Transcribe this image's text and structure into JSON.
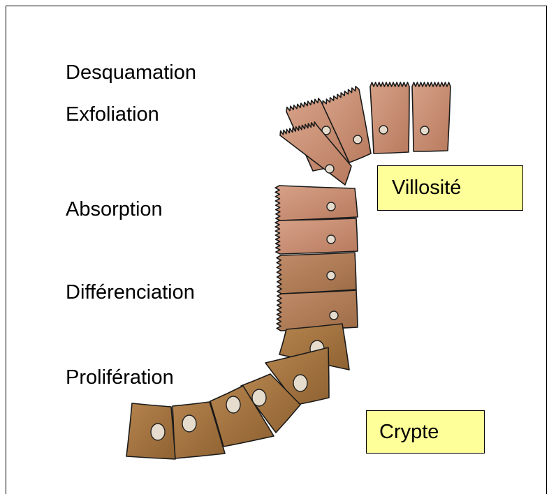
{
  "stages": {
    "desquamation": "Desquamation",
    "exfoliation": "Exfoliation",
    "absorption": "Absorption",
    "differenciation": "Différenciation",
    "proliferation": "Prolifération"
  },
  "regions": {
    "villosite": "Villosité",
    "crypte": "Crypte"
  },
  "colors": {
    "villus_cell": "#c48a6e",
    "crypt_cell": "#a2743c",
    "cell_outline": "#1a1a1a",
    "nucleus": "#e6dccd",
    "label_box": "#ffff99"
  }
}
